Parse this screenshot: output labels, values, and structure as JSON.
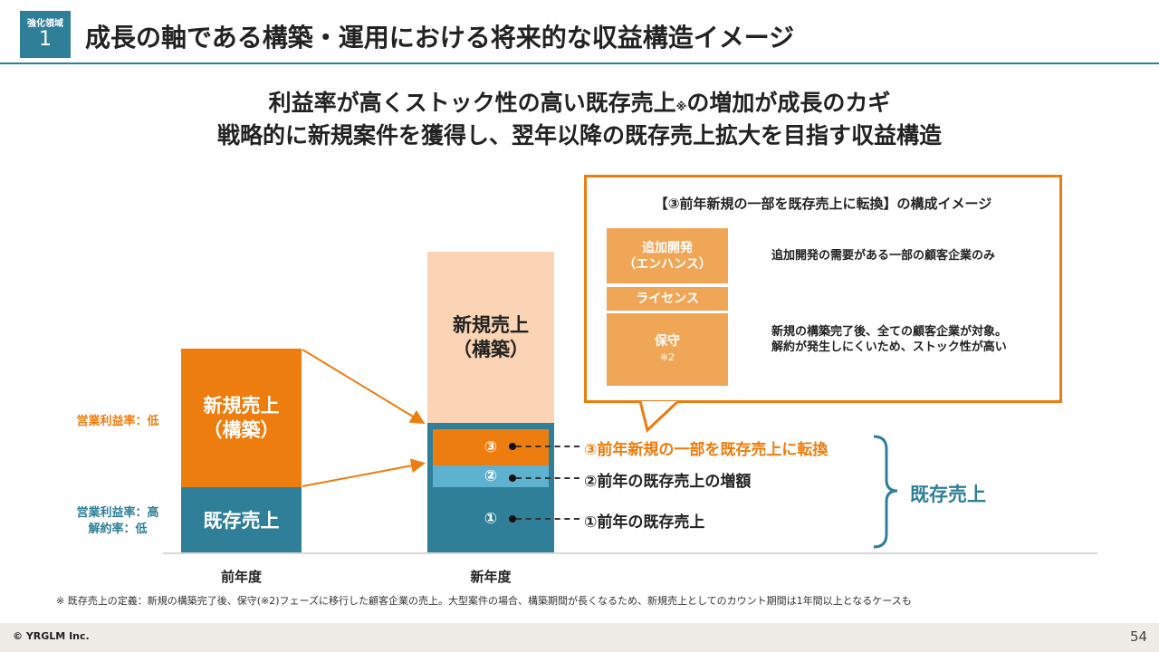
{
  "header": {
    "badge_label": "強化領域",
    "badge_number": "1",
    "title": "成長の軸である構築・運用における将来的な収益構造イメージ"
  },
  "subtitle": {
    "line1_a": "利益率が高くストック性の高い既存売上",
    "line1_mark": "※",
    "line1_b": "の増加が成長のカギ",
    "line2": "戦略的に新規案件を獲得し、翌年以降の既存売上拡大を目指す収益構造"
  },
  "left_bar": {
    "new_label": "新規売上\n（構築）",
    "existing_label": "既存売上",
    "margin_low": "営業利益率：低",
    "margin_high": "営業利益率：高",
    "churn_low": "解約率：低",
    "axis_label": "前年度"
  },
  "right_bar": {
    "new_label": "新規売上\n（構築）",
    "axis_label": "新年度",
    "segments": [
      {
        "num": "③",
        "text": "③前年新規の一部を既存売上に転換"
      },
      {
        "num": "②",
        "text": "②前年の既存売上の増額"
      },
      {
        "num": "①",
        "text": "①前年の既存売上"
      }
    ],
    "bracket_label": "既存売上"
  },
  "callout": {
    "title": "【③前年新規の一部を既存売上に転換】の構成イメージ",
    "box1": "追加開発\n（エンハンス）",
    "box2": "ライセンス",
    "box3_a": "保守",
    "box3_b": "※2",
    "text1": "追加開発の需要がある一部の顧客企業のみ",
    "text2_a": "新規の構築完了後、全ての顧客企業が対象。",
    "text2_b": "解約が発生しにくいため、ストック性が高い"
  },
  "footnote": "※ 既存売上の定義：新規の構築完了後、保守(※2)フェーズに移行した顧客企業の売上。大型案件の場合、構築期間が長くなるため、新規売上としてのカウント期間は1年間以上となるケースも",
  "footer": {
    "copyright": "© YRGLM Inc.",
    "page": "54"
  },
  "colors": {
    "teal": "#2f7f98",
    "orange": "#ed7d0f",
    "peach": "#fad4b4",
    "lightblue": "#5fb2cf",
    "box": "#f0a657"
  }
}
